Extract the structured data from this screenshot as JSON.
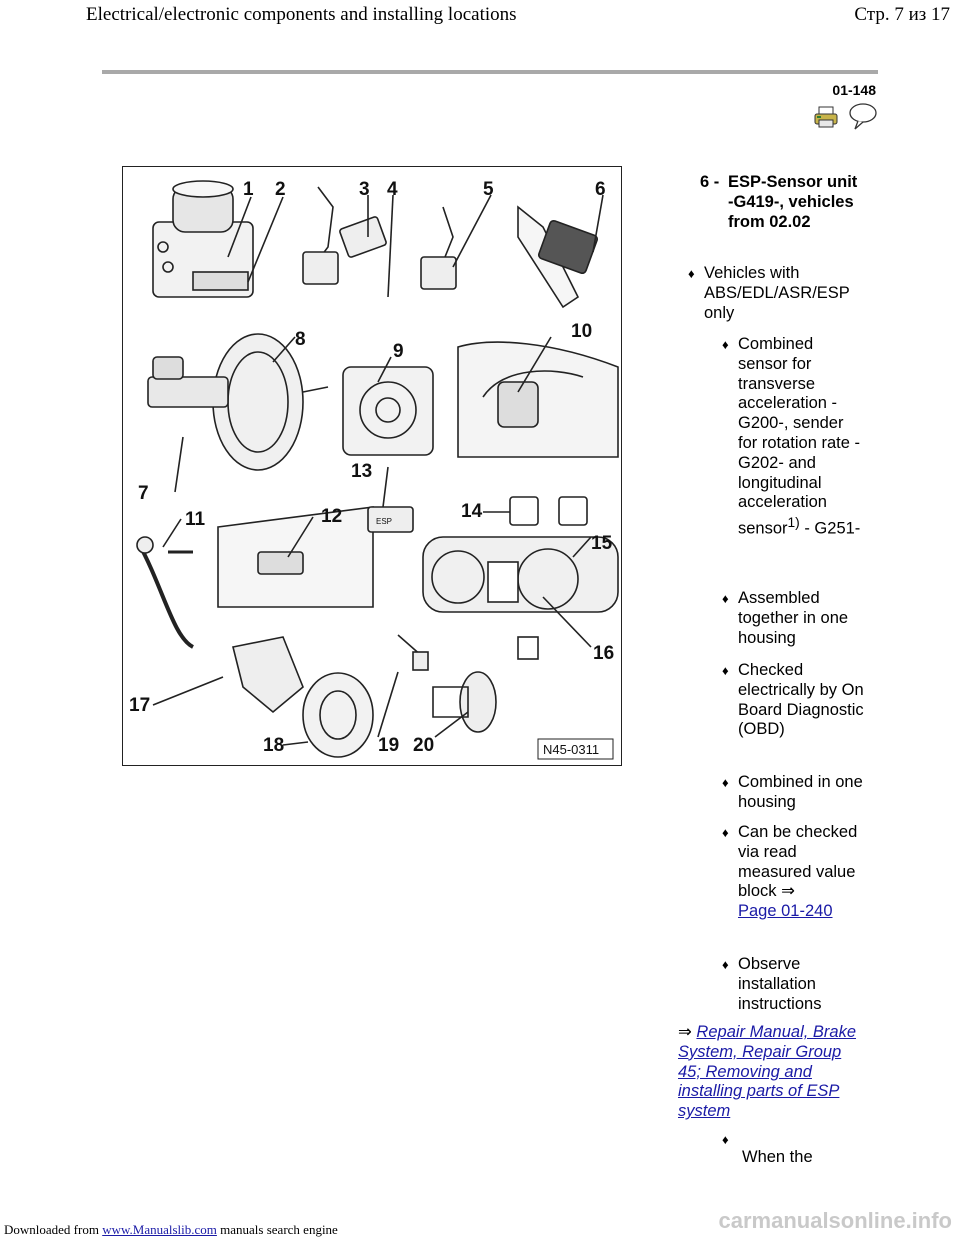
{
  "header": {
    "title": "Electrical/electronic components and installing locations",
    "page_indicator": "Стр. 7 из 17"
  },
  "page_number": "01-148",
  "icons": {
    "print": "printer-icon",
    "comment": "speech-bubble-icon"
  },
  "figure": {
    "code": "N45-0311",
    "callouts": [
      "1",
      "2",
      "3",
      "4",
      "5",
      "6",
      "7",
      "8",
      "9",
      "10",
      "11",
      "12",
      "13",
      "14",
      "15",
      "16",
      "17",
      "18",
      "19",
      "20"
    ],
    "esp_button_label": "ESP"
  },
  "item": {
    "number": "6 -",
    "title": "ESP-Sensor unit -G419-, vehicles from 02.02"
  },
  "bullets": {
    "b1": "Vehicles with ABS/EDL/ASR/ESP only",
    "b2_text": "Combined sensor for transverse acceleration -G200-, sender for rotation rate -G202- and longitudinal acceleration sensor",
    "b2_sup": "1)",
    "b2_tail": " - G251-",
    "b3": "Assembled together in one housing",
    "b4": "Checked electrically by On Board Diagnostic (OBD)",
    "b5": "Combined in one housing",
    "b6_text": "Can be checked via read measured value block ⇒",
    "b6_link": "Page 01-240",
    "b7": "Observe installation instructions",
    "b8": "When the"
  },
  "reference": {
    "arrow": "⇒",
    "link": "Repair Manual, Brake System, Repair Group 45; Removing and installing parts of ESP system"
  },
  "footer": {
    "prefix": "Downloaded from ",
    "site": "www.Manualslib.com",
    "suffix": " manuals search engine",
    "watermark": "carmanualsonline.info"
  }
}
